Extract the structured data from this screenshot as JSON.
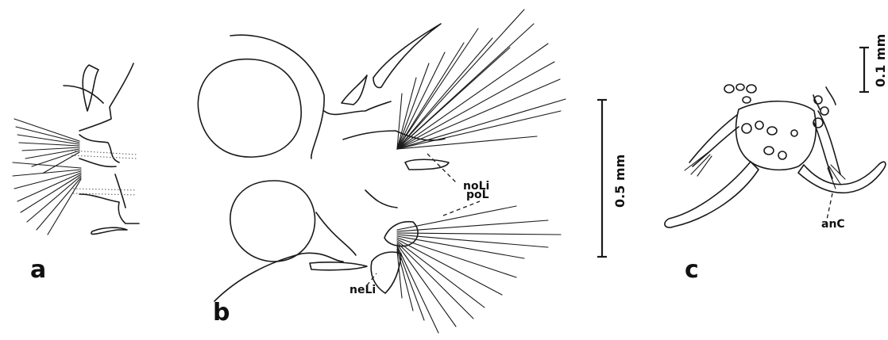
{
  "panels": {
    "a": {
      "label": "a"
    },
    "b": {
      "label": "b"
    },
    "c": {
      "label": "c"
    }
  },
  "annotations": {
    "noLi": "noLi",
    "poL": "poL",
    "neLi": "neLi",
    "anC": "anC"
  },
  "scale_bars": {
    "large": "0.5 mm",
    "small": "0.1 mm"
  },
  "colors": {
    "ink": "#1a1a1a",
    "paper": "#ffffff"
  }
}
